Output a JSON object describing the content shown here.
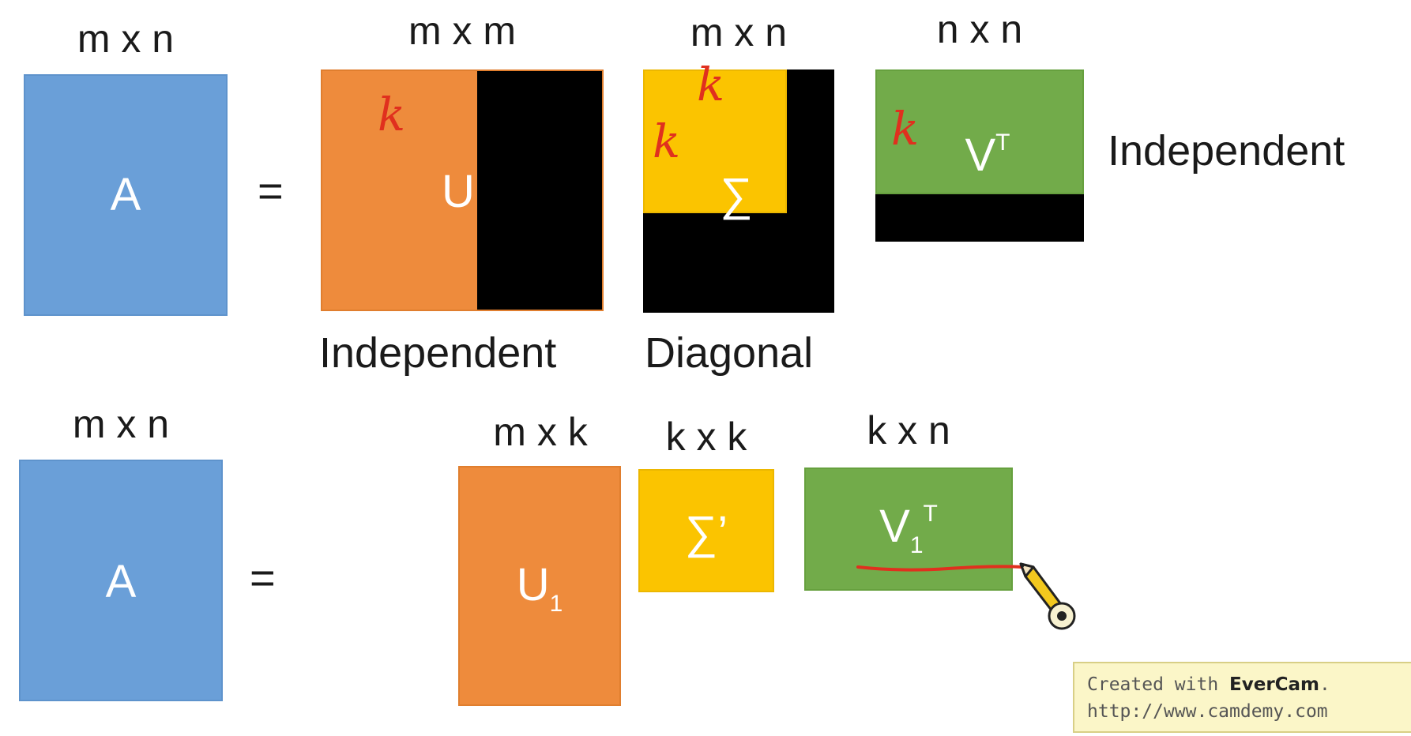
{
  "row1": {
    "a": {
      "dim": "m x n",
      "symbol": "A"
    },
    "equals": "=",
    "u": {
      "dim": "m x m",
      "symbol": "U",
      "caption": "Independent",
      "annotation": "k"
    },
    "sigma": {
      "dim": "m x n",
      "symbol": "∑",
      "caption": "Diagonal",
      "annotation": "k"
    },
    "vt": {
      "dim": "n x n",
      "symbol": "V",
      "sup": "T",
      "caption": "Independent",
      "annotation": "k"
    }
  },
  "row2": {
    "a": {
      "dim": "m x n",
      "symbol": "A"
    },
    "equals": "=",
    "u1": {
      "dim": "m x k",
      "symbol": "U",
      "sub": "1"
    },
    "sigma1": {
      "dim": "k x k",
      "symbol": "∑’"
    },
    "v1t": {
      "dim": "k x n",
      "symbol": "V",
      "sub": "1",
      "sup": "T"
    }
  },
  "watermark": {
    "prefix": "Created with ",
    "brand": "EverCam",
    "suffix": ".",
    "url": "http://www.camdemy.com"
  },
  "colors": {
    "blue": "#6a9fd8",
    "orange": "#ee8b3c",
    "yellow": "#fbc400",
    "green": "#72ab4a",
    "black": "#000000",
    "annotation": "#e0301e"
  }
}
